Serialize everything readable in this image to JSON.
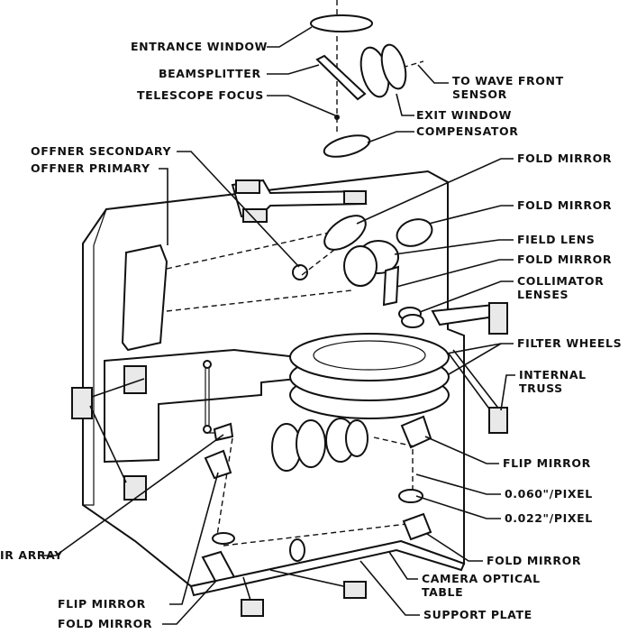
{
  "labels": {
    "entrance_window": "ENTRANCE WINDOW",
    "beamsplitter": "BEAMSPLITTER",
    "telescope_focus": "TELESCOPE FOCUS",
    "to_wave_front_1": "TO WAVE FRONT",
    "to_wave_front_2": "SENSOR",
    "exit_window": "EXIT WINDOW",
    "compensator": "COMPENSATOR",
    "offner_secondary": "OFFNER SECONDARY",
    "offner_primary": "OFFNER PRIMARY",
    "fold_mirror_1": "FOLD MIRROR",
    "fold_mirror_2": "FOLD MIRROR",
    "field_lens": "FIELD LENS",
    "fold_mirror_3": "FOLD MIRROR",
    "collimator_1": "COLLIMATOR",
    "collimator_2": "LENSES",
    "filter_wheels": "FILTER WHEELS",
    "internal_truss_1": "INTERNAL",
    "internal_truss_2": "TRUSS",
    "flip_mirror_right": "FLIP MIRROR",
    "pixel_060": "0.060\"/PIXEL",
    "pixel_022": "0.022\"/PIXEL",
    "ir_array": "IR ARRAY",
    "fold_mirror_right_bottom": "FOLD MIRROR",
    "camera_table_1": "CAMERA OPTICAL",
    "camera_table_2": "TABLE",
    "flip_mirror_bottom": "FLIP MIRROR",
    "fold_mirror_bottom": "FOLD MIRROR",
    "support_plate": "SUPPORT PLATE"
  }
}
